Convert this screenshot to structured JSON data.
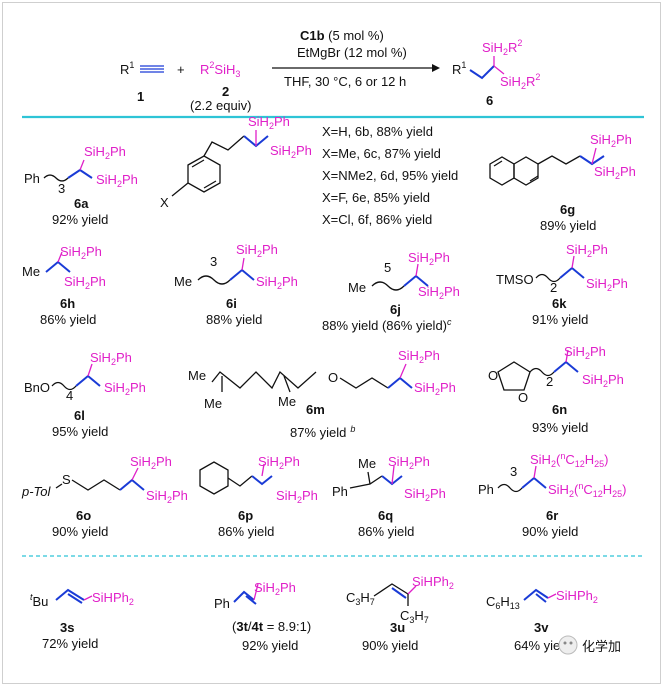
{
  "scheme": {
    "reactant1": "R",
    "reactant1_sup": "1",
    "reactant1_num": "1",
    "plus": "+",
    "reactant2_sup": "2",
    "reactant2_si": "SiH",
    "reactant2_sub": "3",
    "reactant2_num": "2",
    "equiv": "(2.2 equiv)",
    "catalyst": "C1b",
    "catalyst_amt": " (5 mol %)",
    "reagent": "EtMgBr (12 mol %)",
    "conditions": "THF, 30 °C, 6 or 12 h",
    "product_num": "6"
  },
  "labels": {
    "sih2ph": "SiH2Ph",
    "sihph2": "SiHPh2",
    "ph": "Ph",
    "me": "Me",
    "x": "X",
    "tms": "TMSO",
    "bno": "BnO",
    "ptol": "p-Tol",
    "s": "S",
    "o": "O",
    "tbu": "Bu",
    "c3h7": "C3H7",
    "c6h13": "C6H13"
  },
  "series_x": [
    "X=H, 6b, 88% yield",
    "X=Me, 6c, 87% yield",
    "X=NMe2, 6d, 95% yield",
    "X=F, 6e, 85% yield",
    "X=Cl, 6f, 86% yield"
  ],
  "compounds": [
    {
      "id": "6a",
      "yield": "92% yield"
    },
    {
      "id": "6g",
      "yield": "89% yield"
    },
    {
      "id": "6h",
      "yield": "86% yield"
    },
    {
      "id": "6i",
      "yield": "88% yield"
    },
    {
      "id": "6j",
      "yield": "88% yield (86% yield)"
    },
    {
      "id": "6k",
      "yield": "91% yield"
    },
    {
      "id": "6l",
      "yield": "95% yield"
    },
    {
      "id": "6m",
      "yield": "87% yield"
    },
    {
      "id": "6n",
      "yield": "93% yield"
    },
    {
      "id": "6o",
      "yield": "90% yield"
    },
    {
      "id": "6p",
      "yield": "86% yield"
    },
    {
      "id": "6q",
      "yield": "86% yield"
    },
    {
      "id": "6r",
      "yield": "90% yield"
    },
    {
      "id": "3s",
      "yield": "72% yield"
    },
    {
      "id": "3t/4t",
      "yield": "92% yield",
      "ratio": " = 8.9:1)"
    },
    {
      "id": "3u",
      "yield": "90% yield"
    },
    {
      "id": "3v",
      "yield": "64% yie"
    }
  ],
  "watermark": "化学加",
  "colors": {
    "silyl": "#e020c8",
    "bond": "#1a3bd6",
    "rule": "#2ec4d6"
  }
}
